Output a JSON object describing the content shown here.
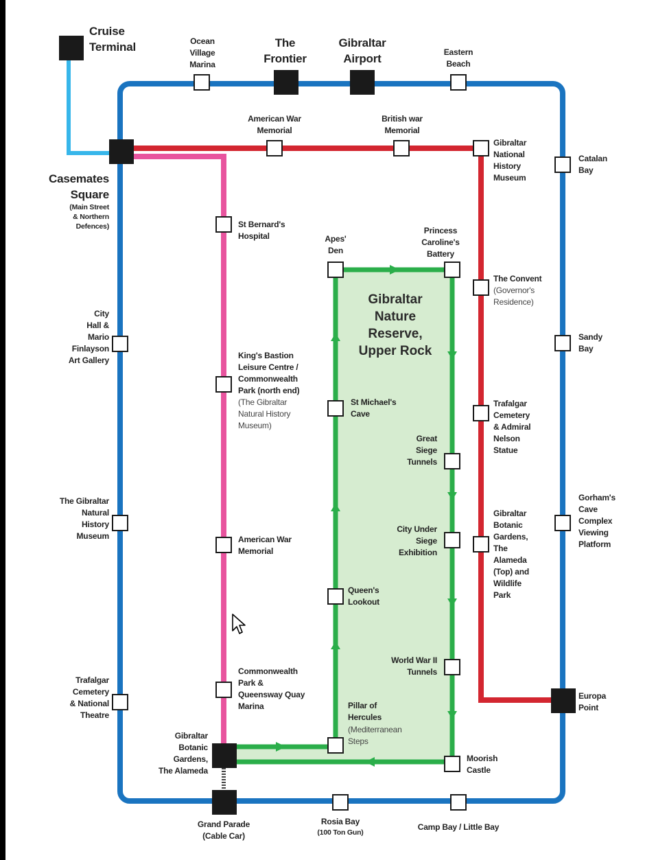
{
  "map": {
    "colors": {
      "blue_line": "#1a74c0",
      "cyan_line": "#37b6ea",
      "red_line": "#d32630",
      "pink_line": "#e8549e",
      "green_line": "#2bae4a",
      "nature_reserve_fill": "#d6ecd0",
      "major_station": "#1a1a1a",
      "minor_station": "#ffffff"
    },
    "nature_reserve_title": [
      "Gibraltar",
      "Nature",
      "Reserve,",
      "Upper Rock"
    ],
    "stops": {
      "cruise_terminal": [
        "Cruise",
        "Terminal"
      ],
      "ocean_village": [
        "Ocean",
        "Village",
        "Marina"
      ],
      "the_frontier": [
        "The",
        "Frontier"
      ],
      "gibraltar_airport": [
        "Gibraltar",
        "Airport"
      ],
      "eastern_beach": [
        "Eastern",
        "Beach"
      ],
      "american_war_memorial_top": [
        "American War",
        "Memorial"
      ],
      "british_war_memorial": [
        "British war",
        "Memorial"
      ],
      "natural_history_museum_top": [
        "Gibraltar",
        "National",
        "History",
        "Museum"
      ],
      "catalan_bay": [
        "Catalan",
        "Bay"
      ],
      "casemates_square": [
        "Casemates",
        "Square"
      ],
      "casemates_sub": [
        "(Main Street",
        "& Northern",
        "Defences)"
      ],
      "st_bernards": [
        "St Bernard's",
        "Hospital"
      ],
      "apes_den": [
        "Apes'",
        "Den"
      ],
      "princess_caroline": [
        "Princess",
        "Caroline's",
        "Battery"
      ],
      "the_convent": [
        "The Convent"
      ],
      "the_convent_sub": [
        "(Governor's",
        "Residence)"
      ],
      "city_hall": [
        "City",
        "Hall &",
        "Mario",
        "Finlayson",
        "Art Gallery"
      ],
      "kings_bastion": [
        "King's Bastion",
        "Leisure Centre /",
        "Commonwealth",
        "Park (north end)"
      ],
      "kings_bastion_sub": [
        "(The Gibraltar",
        "Natural History",
        "Museum)"
      ],
      "sandy_bay": [
        "Sandy",
        "Bay"
      ],
      "st_michaels_cave": [
        "St Michael's",
        "Cave"
      ],
      "trafalgar_cemetery_right": [
        "Trafalgar",
        "Cemetery",
        "& Admiral",
        "Nelson",
        "Statue"
      ],
      "great_siege_tunnels": [
        "Great",
        "Siege",
        "Tunnels"
      ],
      "gibraltar_natural_history_left": [
        "The Gibraltar",
        "Natural",
        "History",
        "Museum"
      ],
      "gorhams_cave": [
        "Gorham's",
        "Cave",
        "Complex",
        "Viewing",
        "Platform"
      ],
      "botanic_gardens_right": [
        "Gibraltar",
        "Botanic",
        "Gardens,",
        "The",
        "Alameda",
        "(Top) and",
        "Wildlife",
        "Park"
      ],
      "city_under_siege": [
        "City Under",
        "Siege",
        "Exhibition"
      ],
      "american_war_memorial_pink": [
        "American War",
        "Memorial"
      ],
      "queens_lookout": [
        "Queen's",
        "Lookout"
      ],
      "world_war_ii_tunnels": [
        "World War II",
        "Tunnels"
      ],
      "trafalgar_cemetery_left": [
        "Trafalgar",
        "Cemetery",
        "& National",
        "Theatre"
      ],
      "commonwealth_park": [
        "Commonwealth",
        "Park &",
        "Queensway Quay",
        "Marina"
      ],
      "europa_point": [
        "Europa",
        "Point"
      ],
      "pillar_of_hercules": [
        "Pillar of",
        "Hercules"
      ],
      "pillar_of_hercules_sub": [
        "(Mediterranean",
        "Steps"
      ],
      "botanic_gardens_alameda": [
        "Gibraltar",
        "Botanic",
        "Gardens,",
        "The Alameda"
      ],
      "moorish_castle": [
        "Moorish",
        "Castle"
      ],
      "grand_parade": [
        "Grand Parade",
        "(Cable Car)"
      ],
      "rosia_bay": [
        "Rosia Bay"
      ],
      "rosia_bay_sub": [
        "(100 Ton Gun)"
      ],
      "camp_bay": [
        "Camp Bay / Little Bay"
      ]
    }
  }
}
